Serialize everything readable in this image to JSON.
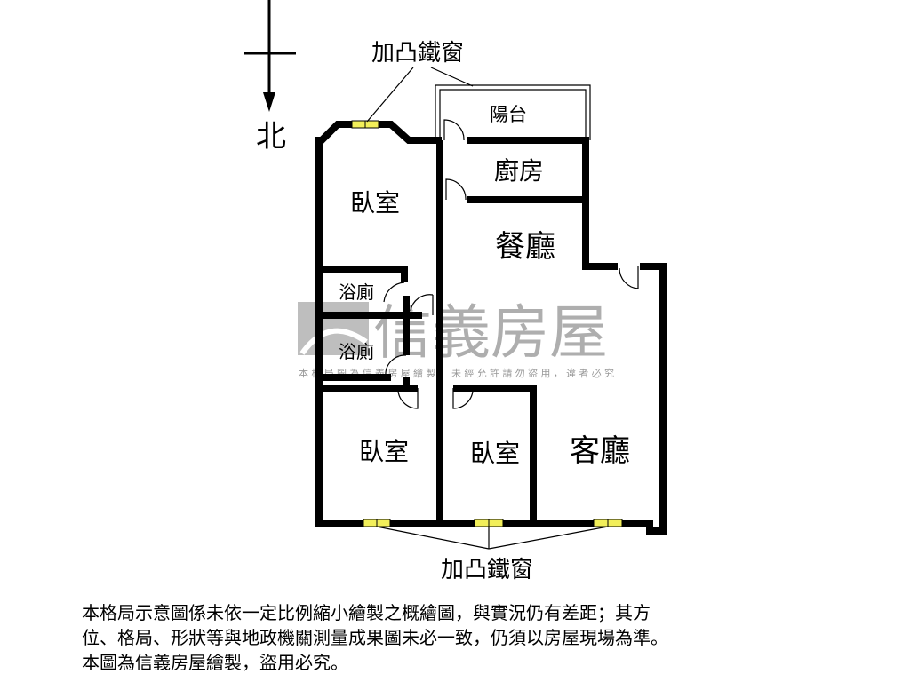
{
  "plan": {
    "north_label": "北",
    "window_label_top": "加凸鐵窗",
    "window_label_bottom": "加凸鐵窗",
    "rooms": {
      "balcony": "陽台",
      "kitchen": "廚房",
      "bedroom_top": "臥室",
      "dining": "餐廳",
      "bath1": "浴廁",
      "bath2": "浴廁",
      "bedroom_bottom_left": "臥室",
      "bedroom_bottom_mid": "臥室",
      "living": "客廳"
    },
    "colors": {
      "wall": "#000000",
      "window": "#f2ef5a",
      "watermark": "#a0a0a0"
    }
  },
  "watermark": {
    "brand": "信義房屋",
    "notice": "本格局圖為信義房屋繪製，未經允許請勿盜用，違者必究"
  },
  "disclaimer": {
    "line1": "本格局示意圖係未依一定比例縮小繪製之概繪圖，與實況仍有差距；其方",
    "line2": "位、格局、形狀等與地政機關測量成果圖未必一致，仍須以房屋現場為準。",
    "line3": "本圖為信義房屋繪製，盜用必究。"
  }
}
